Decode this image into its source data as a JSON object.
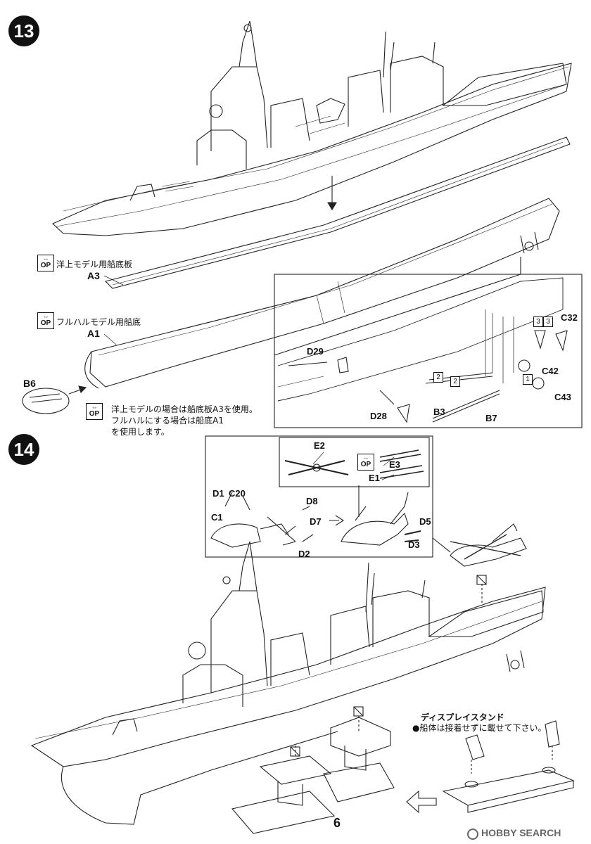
{
  "steps": {
    "s13": "13",
    "s14": "14"
  },
  "op_badge": {
    "text": "OP"
  },
  "step13": {
    "waterline_label": "洋上モデル用船底板",
    "fullhull_label": "フルハルモデル用船底",
    "note_line1": "洋上モデルの場合は船底板A3を使用。",
    "note_line2": "フルハルにする場合は船底A1",
    "note_line3": "を使用します。",
    "parts": {
      "A3": "A3",
      "A1": "A1",
      "B6": "B6",
      "D29": "D29",
      "D28": "D28",
      "B3": "B3",
      "B7": "B7",
      "C32": "C32",
      "C42": "C42",
      "C43": "C43"
    },
    "boxes": {
      "n1": "1",
      "n2a": "2",
      "n2b": "2",
      "n3a": "3",
      "n3b": "3"
    }
  },
  "step14": {
    "parts": {
      "E2": "E2",
      "E3": "E3",
      "E1": "E1",
      "D1": "D1",
      "C20": "C20",
      "C1": "C1",
      "D8": "D8",
      "D7": "D7",
      "D2": "D2",
      "D5": "D5",
      "D3": "D3"
    },
    "stand_title": "ディスプレイスタンド",
    "stand_note": "●船体は接着せずに載せて下さい。"
  },
  "page_number": "6",
  "watermark": {
    "text": "HOBBY SEARCH"
  }
}
